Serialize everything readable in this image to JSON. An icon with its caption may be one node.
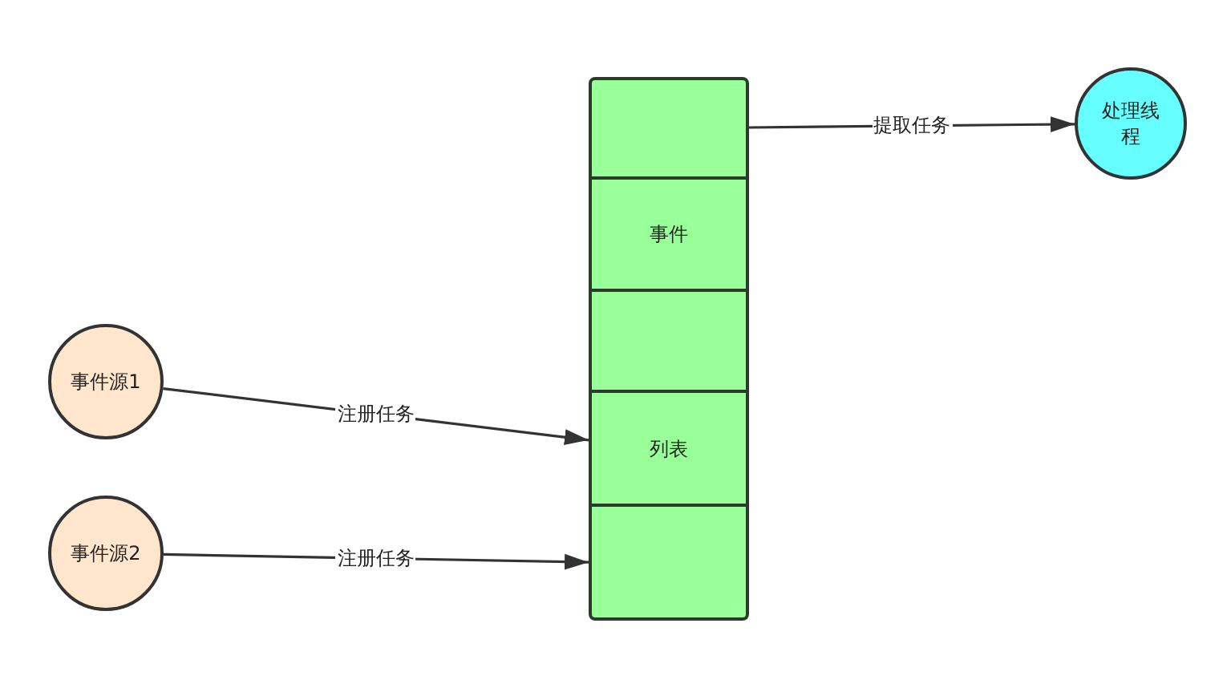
{
  "diagram": {
    "nodes": [
      {
        "text": [],
        "shape": "box"
      },
      {
        "text": [
          "事件"
        ]
      },
      {
        "text": [],
        "shape": "box"
      },
      {
        "text": [
          "列表"
        ]
      },
      {
        "text": [],
        "shape": "box"
      },
      {
        "text": [
          "处理线程"
        ]
      },
      {
        "text": [
          "事件源1"
        ]
      },
      {
        "text": [
          "事件源2"
        ]
      }
    ],
    "edges": [
      {
        "from": 0,
        "to": 5,
        "arrow": "to",
        "label": "提取任务"
      },
      {
        "from": 6,
        "to": 3,
        "arrow": "to",
        "label": "注册任务"
      },
      {
        "from": 7,
        "to": 4,
        "arrow": "to",
        "label": "注册任务"
      }
    ]
  }
}
